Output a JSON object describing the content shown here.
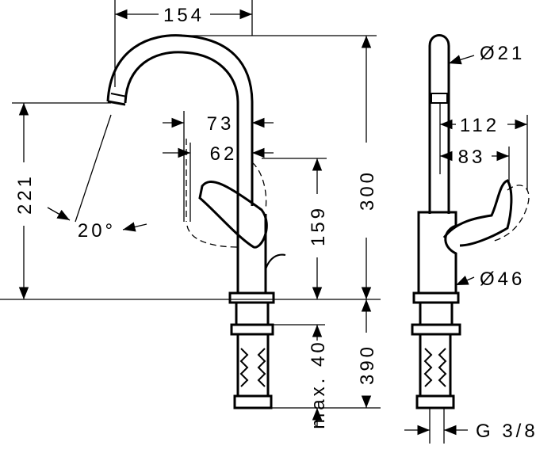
{
  "front_view": {
    "dim_width_spout": "154",
    "dim_handle_reach_73": "73",
    "dim_handle_reach_62": "62",
    "dim_spout_height": "221",
    "dim_swivel_angle": "20°",
    "dim_handle_height": "159",
    "dim_total_height": "300",
    "dim_max_thickness": "max. 40",
    "dim_hose_length": "390"
  },
  "side_view": {
    "dim_spout_diameter": "Ø21",
    "dim_handle_112": "112",
    "dim_handle_83": "83",
    "dim_base_diameter": "Ø46",
    "dim_connection_thread": "G 3/8"
  }
}
